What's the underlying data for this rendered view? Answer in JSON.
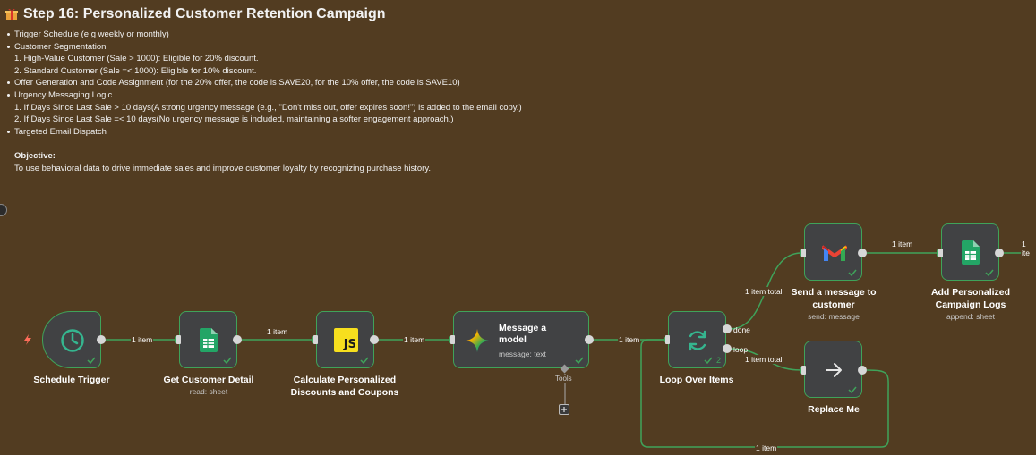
{
  "sticky": {
    "title": "Step 16: Personalized Customer Retention Campaign",
    "bullets": [
      {
        "text": "Trigger Schedule (e.g weekly or monthly)",
        "sub": []
      },
      {
        "text": "Customer Segmentation",
        "sub": [
          "1. High-Value Customer (Sale > 1000): Eligible for 20% discount.",
          "2. Standard Customer (Sale =< 1000): Eligible for 10% discount."
        ]
      },
      {
        "text": "Offer Generation and Code Assignment (for the 20% offer, the code is SAVE20, for the 10% offer, the code is SAVE10)",
        "sub": []
      },
      {
        "text": "Urgency Messaging Logic",
        "sub": [
          "1. If Days Since Last Sale > 10 days(A strong urgency message (e.g., \"Don't miss out, offer expires soon!\") is added to the email copy.)",
          "2. If Days Since Last Sale =< 10 days(No urgency message is included, maintaining a softer engagement approach.)"
        ]
      },
      {
        "text": "Targeted Email Dispatch",
        "sub": []
      }
    ],
    "objective_label": "Objective:",
    "objective_text": "To use behavioral data to drive immediate sales and improve customer loyalty by recognizing purchase history."
  },
  "nodes": {
    "schedule": {
      "label": "Schedule Trigger"
    },
    "get_customer": {
      "label": "Get Customer Detail",
      "sub": "read: sheet"
    },
    "calculate": {
      "label": "Calculate Personalized Discounts and Coupons",
      "icon_text": "JS"
    },
    "message_model": {
      "label": "Message a model",
      "sub": "message: text",
      "tools_label": "Tools"
    },
    "loop": {
      "label": "Loop Over Items",
      "badge": "2",
      "done_label": "done",
      "loop_label": "loop"
    },
    "send_message": {
      "label": "Send a message to customer",
      "sub": "send: message"
    },
    "add_logs": {
      "label": "Add Personalized Campaign Logs",
      "sub": "append: sheet"
    },
    "replace_me": {
      "label": "Replace Me"
    }
  },
  "edges": {
    "e1": "1 item",
    "e2": "1 item",
    "e3": "1 item",
    "e4": "1 item",
    "e5": "1 item total",
    "e6": "1 item total",
    "e7": "1 item",
    "e8": "1 ite",
    "e9": "1 item"
  },
  "colors": {
    "background": "#523c21",
    "node_bg": "#414244",
    "edge": "#3fa35a",
    "trigger_bolt": "#ff6d5a",
    "js_yellow": "#f7df1e",
    "sheets_green": "#23a566"
  }
}
